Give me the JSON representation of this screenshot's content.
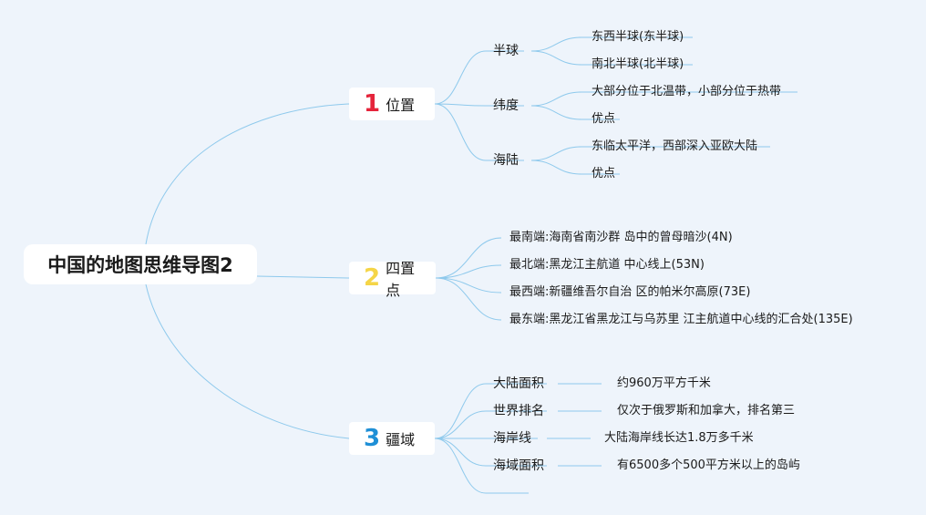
{
  "root": {
    "title": "中国的地图思维导图2"
  },
  "branches": [
    {
      "number": "1",
      "number_color": "#e5243b",
      "label": "位置",
      "children": [
        {
          "label": "半球",
          "items": [
            "东西半球(东半球)",
            "南北半球(北半球)"
          ]
        },
        {
          "label": "纬度",
          "items": [
            "大部分位于北温带，小部分位于热带",
            "优点"
          ]
        },
        {
          "label": "海陆",
          "items": [
            "东临太平洋，西部深入亚欧大陆",
            "优点"
          ]
        }
      ]
    },
    {
      "number": "2",
      "number_color": "#f5d547",
      "label": "四置点",
      "items": [
        "最南端:海南省南沙群 岛中的曾母暗沙(4N)",
        "最北端:黑龙江主航道 中心线上(53N)",
        "最西端:新疆维吾尔自治 区的帕米尔高原(73E)",
        "最东端:黑龙江省黑龙江与乌苏里 江主航道中心线的汇合处(135E)"
      ]
    },
    {
      "number": "3",
      "number_color": "#1e8fd6",
      "label": "疆域",
      "children": [
        {
          "label": "大陆面积",
          "value": "约960万平方千米"
        },
        {
          "label": "世界排名",
          "value": "仅次于俄罗斯和加拿大，排名第三"
        },
        {
          "label": "海岸线",
          "value": "大陆海岸线长达1.8万多千米"
        },
        {
          "label": "海域面积",
          "value": "有6500多个500平方米以上的岛屿"
        }
      ]
    }
  ],
  "colors": {
    "line": "#8ec9ec",
    "background": "#eef4fb",
    "node": "#ffffff"
  }
}
